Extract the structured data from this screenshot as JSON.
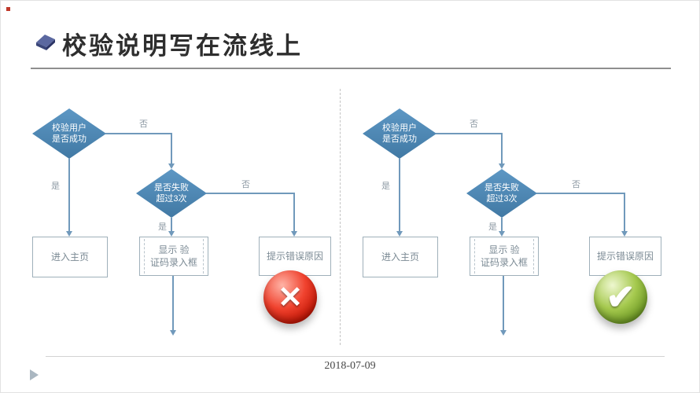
{
  "header": {
    "title": "校验说明写在流线上"
  },
  "footer": {
    "date": "2018-07-09"
  },
  "charts": [
    {
      "decision1": "校验用户\n是否成功",
      "decision2": "是否失败\n超过3次",
      "no1": "否",
      "yes1": "是",
      "no2": "否",
      "yes2": "是",
      "box_home": "进入主页",
      "box_captcha": "显示  验\n证码录入框",
      "box_error": "提示错误原因",
      "badge_glyph": "✕"
    },
    {
      "decision1": "校验用户\n是否成功",
      "decision2": "是否失败\n超过3次",
      "no1": "否",
      "yes1": "是",
      "no2": "否",
      "yes2": "是",
      "box_home": "进入主页",
      "box_captcha": "显示  验\n证码录入框",
      "box_error": "提示错误原因",
      "badge_glyph": "✔"
    }
  ],
  "colors": {
    "diamond": "#4a84ad",
    "connector": "#7099bb",
    "wrong_badge": "#c21807",
    "right_badge": "#6f9a26"
  }
}
